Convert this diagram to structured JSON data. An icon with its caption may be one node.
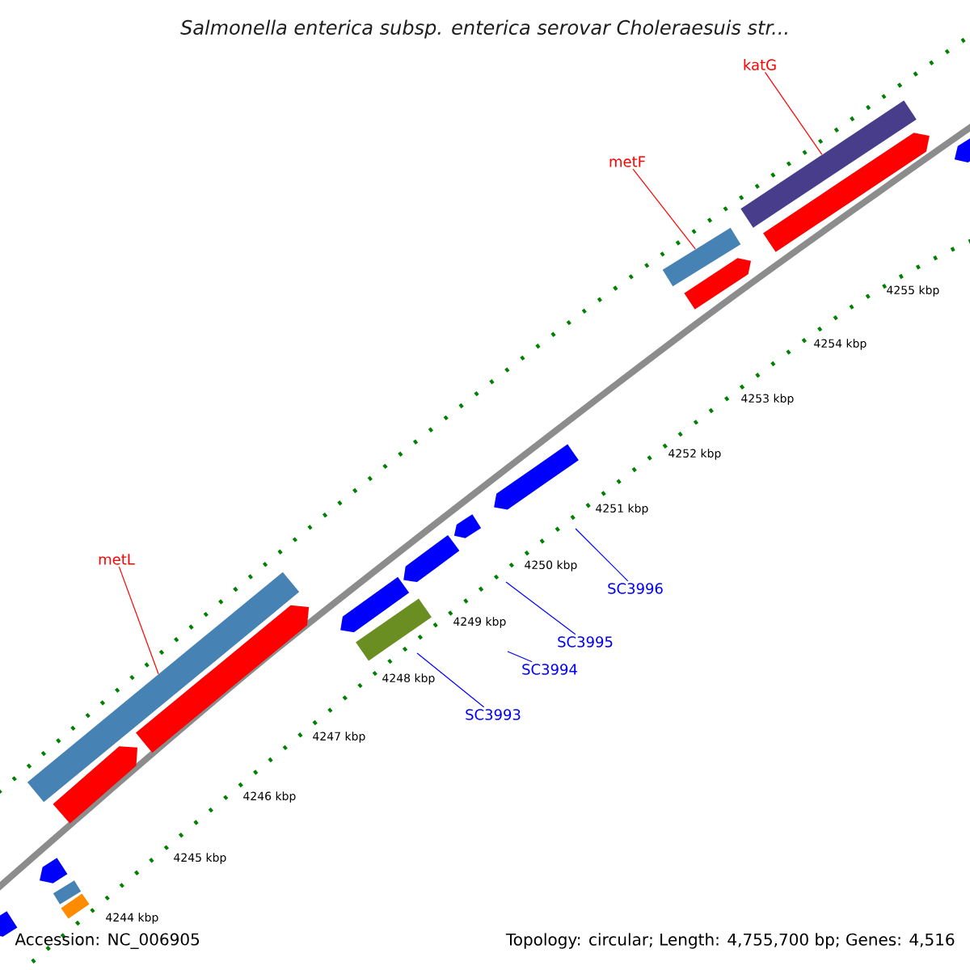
{
  "diagram": {
    "title": "Salmonella enterica subsp. enterica serovar Choleraesuis str...",
    "nodes": [
      {
        "text": [
          "katG"
        ]
      },
      {
        "text": [
          "metF"
        ]
      },
      {
        "text": [
          "metL"
        ]
      },
      {
        "text": [
          "SC3996"
        ]
      },
      {
        "text": [
          "SC3995"
        ]
      },
      {
        "text": [
          "SC3994"
        ]
      },
      {
        "text": [
          "SC3993"
        ]
      },
      {
        "text": [],
        "shape": "bar"
      },
      {
        "text": [],
        "shape": "bar"
      },
      {
        "text": [],
        "shape": "bar"
      },
      {
        "text": [],
        "shape": "bar"
      },
      {
        "text": [],
        "shape": "bar"
      },
      {
        "text": [],
        "shape": "bar"
      },
      {
        "text": [],
        "shape": "bar"
      },
      {
        "text": [],
        "shape": "bar"
      },
      {
        "text": [],
        "shape": "bar"
      },
      {
        "text": [],
        "shape": "bar"
      },
      {
        "text": [],
        "shape": "bar"
      },
      {
        "text": [],
        "shape": "bar"
      },
      {
        "text": [],
        "shape": "bar"
      },
      {
        "text": [],
        "shape": "bar"
      },
      {
        "text": [],
        "shape": "bar"
      },
      {
        "text": [],
        "shape": "bar"
      },
      {
        "text": [],
        "shape": "bar"
      }
    ],
    "edges": [
      {
        "from": 0,
        "to": 7,
        "arrow": "none",
        "color": "#ff0000"
      },
      {
        "from": 1,
        "to": 10,
        "arrow": "none",
        "color": "#ff0000"
      },
      {
        "from": 2,
        "to": 17,
        "arrow": "none",
        "color": "#ff0000"
      },
      {
        "from": 3,
        "to": null,
        "arrow": "none"
      },
      {
        "from": 4,
        "to": null,
        "arrow": "none"
      },
      {
        "from": 5,
        "to": null,
        "arrow": "none"
      },
      {
        "from": 6,
        "to": null,
        "arrow": "none"
      }
    ],
    "labels": [
      "4255 kbp",
      "4254 kbp",
      "4253 kbp",
      "4252 kbp",
      "4251 kbp",
      "4250 kbp",
      "4249 kbp",
      "4248 kbp",
      "4247 kbp",
      "4246 kbp",
      "4245 kbp",
      "4244 kbp",
      "Accession: NC_006905",
      "Topology: circular; Length: 4,755,700 bp; Genes: 4,516"
    ]
  }
}
